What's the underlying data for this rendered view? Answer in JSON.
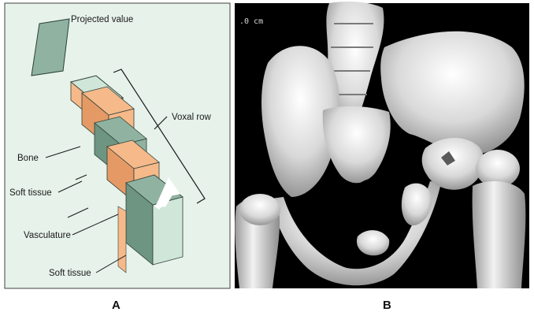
{
  "panel_a": {
    "letter": "A",
    "labels": {
      "projected_value": "Projected value",
      "voxal_row": "Voxal row",
      "bone": "Bone",
      "soft_tissue_upper": "Soft tissue",
      "vasculature": "Vasculature",
      "soft_tissue_lower": "Soft tissue"
    },
    "colors": {
      "background": "#e6f2ea",
      "frame": "#404040",
      "green_face": "#8fb3a0",
      "green_dark": "#6e9582",
      "green_light": "#cfe6d8",
      "orange_face": "#f6b98a",
      "orange_dark": "#e59a66"
    },
    "icons": [
      "arrow-icon"
    ]
  },
  "panel_b": {
    "letter": "B",
    "scale_text": ".0 cm",
    "colors": {
      "background": "#000000",
      "bone": "#e8e8e8"
    }
  }
}
